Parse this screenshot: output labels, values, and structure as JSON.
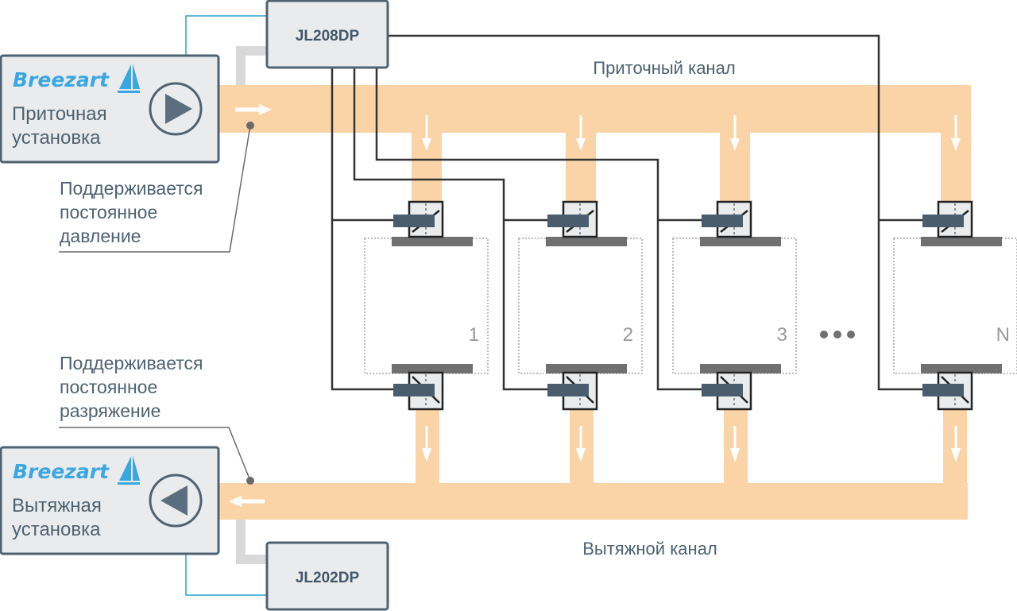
{
  "colors": {
    "duct": "#fad4a6",
    "unit_fill": "#e9ebec",
    "unit_border": "#4e6272",
    "brand": "#3aa7e2",
    "wire": "#333333",
    "signal_wire": "#2a9fd6",
    "actuator": "#4a5d6e",
    "plate": "#707070",
    "room_border": "#a5a5a5",
    "pressure_tube": "#d9d9d9"
  },
  "supply_unit": {
    "brand": "Breezart",
    "title_line1": "Приточная",
    "title_line2": "установка",
    "icon": "play-right-icon"
  },
  "exhaust_unit": {
    "brand": "Breezart",
    "title_line1": "Вытяжная",
    "title_line2": "установка",
    "icon": "play-left-icon"
  },
  "controllers": {
    "supply": "JL208DP",
    "exhaust": "JL202DP"
  },
  "notes": {
    "supply": [
      "Поддерживается",
      "постоянное",
      "давление"
    ],
    "exhaust": [
      "Поддерживается",
      "постоянное",
      "разряжение"
    ]
  },
  "channels": {
    "supply": "Приточный канал",
    "exhaust": "Вытяжной канал"
  },
  "rooms": [
    {
      "label": "1"
    },
    {
      "label": "2"
    },
    {
      "label": "3"
    },
    {
      "label": "N"
    }
  ],
  "ellipsis": "•••"
}
